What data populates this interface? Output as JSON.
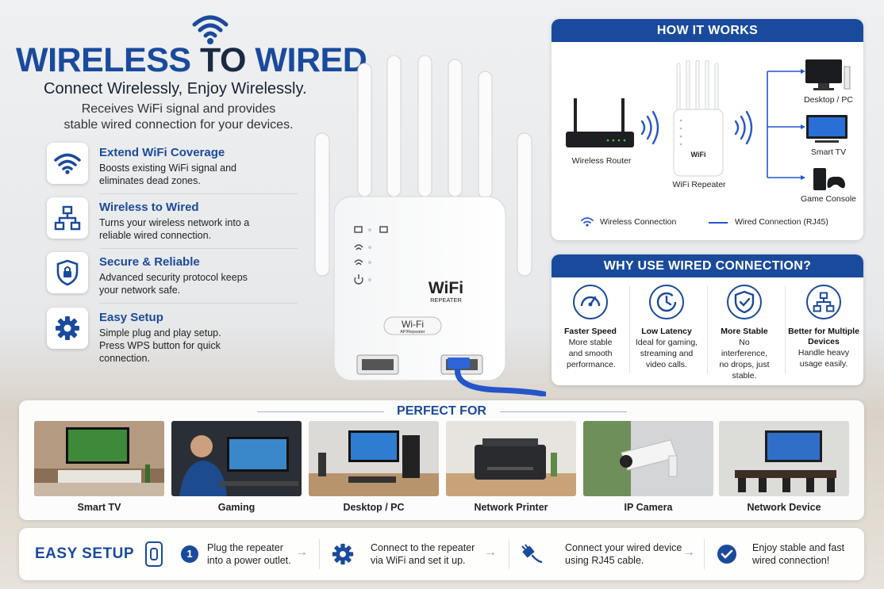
{
  "header": {
    "title_part1": "WIRELESS",
    "title_part2": "TO",
    "title_part3": "WIRED",
    "subtitle": "Connect Wirelessly, Enjoy Wirelessly.",
    "description": "Receives WiFi signal and provides stable wired connection for your devices."
  },
  "features": [
    {
      "title": "Extend WiFi Coverage",
      "desc": "Boosts existing WiFi signal and eliminates dead zones.",
      "icon": "wifi-icon"
    },
    {
      "title": "Wireless to Wired",
      "desc": "Turns your wireless network into a reliable wired connection.",
      "icon": "network-icon"
    },
    {
      "title": "Secure & Reliable",
      "desc": "Advanced security protocol keeps your network safe.",
      "icon": "shield-lock-icon"
    },
    {
      "title": "Easy Setup",
      "desc": "Simple plug and play setup. Press WPS button for quick connection.",
      "icon": "gear-icon"
    }
  ],
  "device": {
    "front_logo": "WiFi",
    "front_sub": "REPEATER",
    "badge_logo": "Wi-Fi",
    "badge_sub": "AP/Repeater"
  },
  "how_it_works": {
    "title": "HOW IT WORKS",
    "router": "Wireless Router",
    "repeater": "WiFi Repeater",
    "devices": [
      "Desktop / PC",
      "Smart TV",
      "Game Console"
    ],
    "legend_wireless": "Wireless Connection",
    "legend_wired": "Wired Connection (RJ45)",
    "repeater_logo": "WiFi"
  },
  "why_wired": {
    "title": "WHY USE WIRED CONNECTION?",
    "items": [
      {
        "title": "Faster Speed",
        "desc": "More stable and smooth performance.",
        "icon": "speedometer-icon"
      },
      {
        "title": "Low Latency",
        "desc": "Ideal for gaming, streaming and video calls.",
        "icon": "clock-icon"
      },
      {
        "title": "More Stable",
        "desc": "No interference, no drops, just stable.",
        "icon": "shield-check-icon"
      },
      {
        "title": "Better for Multiple Devices",
        "desc": "Handle heavy usage easily.",
        "icon": "network-icon"
      }
    ]
  },
  "perfect_for": {
    "title": "PERFECT FOR",
    "items": [
      "Smart TV",
      "Gaming",
      "Desktop / PC",
      "Network Printer",
      "IP Camera",
      "Network Device"
    ]
  },
  "easy_setup": {
    "title": "EASY SETUP",
    "step_number": "1",
    "steps": [
      "Plug the repeater into a power outlet.",
      "Connect to the repeater via WiFi and set it up.",
      "Connect your wired device using RJ45 cable.",
      "Enjoy stable and fast wired connection!"
    ],
    "arrow": "→"
  },
  "colors": {
    "accent": "#1a4a9c",
    "cable": "#2456c9"
  }
}
